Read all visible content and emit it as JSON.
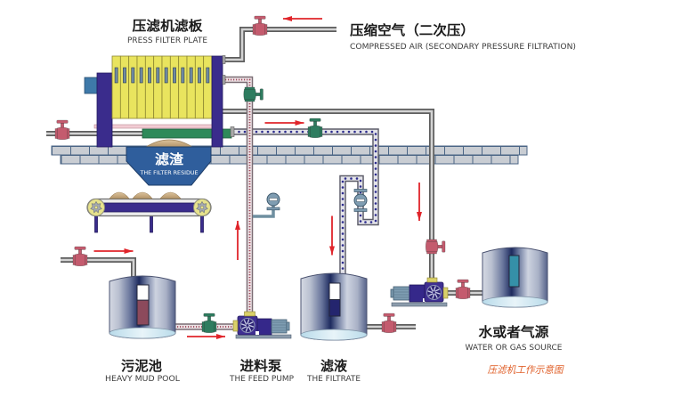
{
  "labels": {
    "press_filter_plate": {
      "zh": "压滤机滤板",
      "en": "PRESS FILTER PLATE"
    },
    "compressed_air": {
      "zh": "压缩空气（二次压）",
      "en": "COMPRESSED AIR (SECONDARY PRESSURE FILTRATION)"
    },
    "filter_residue": {
      "zh": "滤渣",
      "en": "THE FILTER RESIDUE"
    },
    "heavy_mud_pool": {
      "zh": "污泥池",
      "en": "HEAVY MUD POOL"
    },
    "feed_pump": {
      "zh": "进料泵",
      "en": "THE FEED PUMP"
    },
    "filtrate": {
      "zh": "滤液",
      "en": "THE FILTRATE"
    },
    "water_gas_source": {
      "zh": "水或者气源",
      "en": "WATER OR GAS SOURCE"
    }
  },
  "caption": "压滤机工作示意图",
  "filter_press": {
    "plate_count": 12
  },
  "tank_levels": {
    "heavy_mud_pool": 0.62,
    "filtrate": 0.5,
    "water_gas_source": 1.0
  },
  "flow_directions": {
    "compressed_air_inlet": "left",
    "filtrate_out_of_press": "right",
    "feed_to_press": "up",
    "mud_into_pool": "right",
    "mud_to_feed_pump": "right",
    "filtrate_into_tank": "down",
    "water_gas_line": "down"
  },
  "colors": {
    "flow_arrow": "#e0242a",
    "valve_pink": "#c45b6e",
    "valve_green": "#2e7c5f",
    "plate_yellow": "#e9e45e",
    "press_frame": "#3a2c8c",
    "hopper_blue": "#2f5e9c",
    "caption": "#e0602a",
    "mud_level": "#8c4a5c",
    "filtrate_level": "#24256e",
    "source_level": "#3590a8"
  }
}
